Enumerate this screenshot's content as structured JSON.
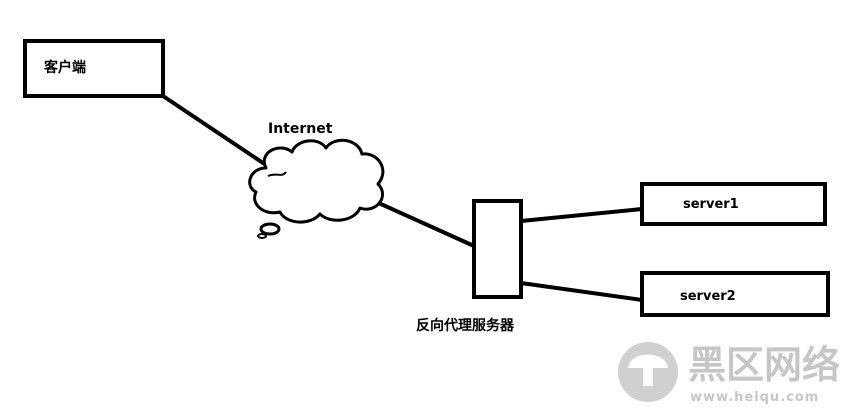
{
  "nodes": {
    "client": {
      "label": "客户端"
    },
    "internet": {
      "label": "Internet"
    },
    "proxy": {
      "label": "反向代理服务器"
    },
    "server1": {
      "label": "server1"
    },
    "server2": {
      "label": "server2"
    }
  },
  "watermark": {
    "title": "黑区网络",
    "url": "www.heiqu.com"
  },
  "colors": {
    "stroke": "#000000",
    "background": "#ffffff",
    "watermark_text": "#bdbdbd",
    "watermark_logo": "#c8c8c8"
  }
}
